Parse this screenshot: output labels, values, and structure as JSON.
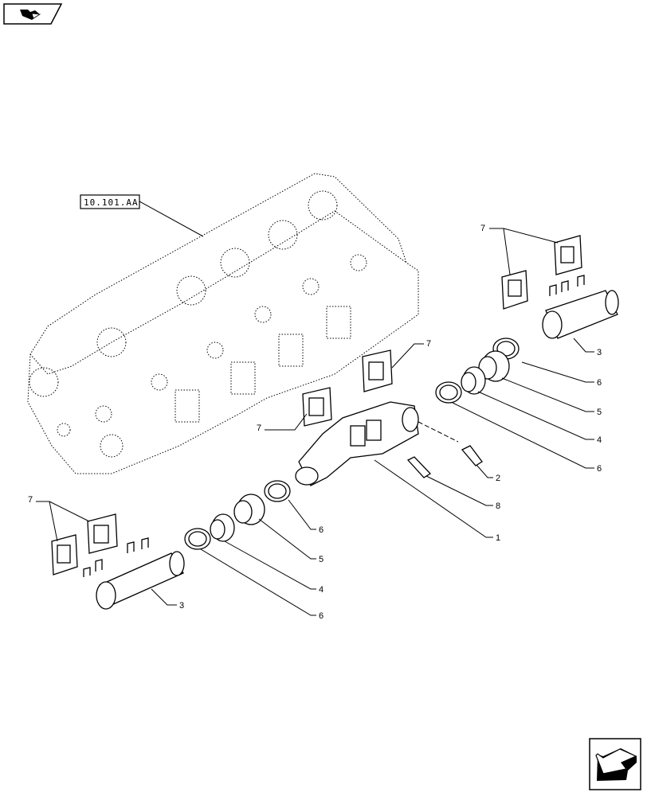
{
  "reference_label": "10.101.AA",
  "nav": {
    "book_icon": "book-icon",
    "back_arrow_icon": "back-arrow-icon"
  },
  "callouts": {
    "c7_top_right": "7",
    "c3_right": "3",
    "c6_right_a": "6",
    "c5_right": "5",
    "c4_right": "4",
    "c6_right_b": "6",
    "c7_mid": "7",
    "c7_center": "7",
    "c2": "2",
    "c8": "8",
    "c1": "1",
    "c6_left_a": "6",
    "c5_left": "5",
    "c4_left": "4",
    "c3_left": "3",
    "c6_left_b": "6",
    "c7_left": "7"
  }
}
